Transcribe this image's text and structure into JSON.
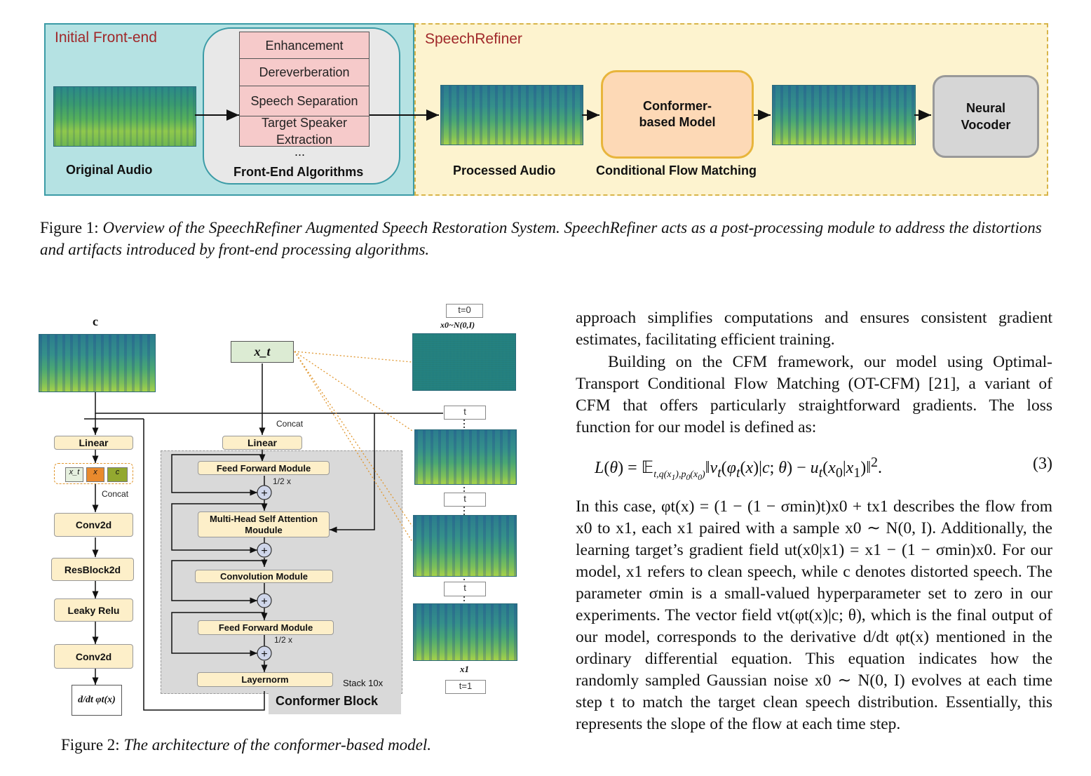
{
  "figure1": {
    "frontend_title": "Initial Front-end",
    "speechrefiner_title": "SpeechRefiner",
    "original_audio_label": "Original Audio",
    "algorithms": [
      "Enhancement",
      "Dereverberation",
      "Speech Separation",
      "Target Speaker Extraction"
    ],
    "algorithms_ellipsis": "...",
    "frontend_algorithms_label": "Front-End Algorithms",
    "processed_audio_label": "Processed Audio",
    "cfm_model_label": "Conformer-based Model",
    "cfm_label": "Conditional Flow Matching",
    "vocoder_label": "Neural Vocoder",
    "caption_prefix": "Figure 1:",
    "caption_text": "Overview of the SpeechRefiner Augmented Speech Restoration System. SpeechRefiner acts as a post-processing module to address the distortions and artifacts introduced by front-end processing algorithms."
  },
  "figure2": {
    "c_label": "c",
    "xt_label": "x_t",
    "concat_label": "Concat",
    "concat_label2": "Concat",
    "left_blocks": [
      "Linear",
      "Conv2d",
      "ResBlock2d",
      "Leaky Relu",
      "Conv2d"
    ],
    "concat_items": [
      "x_t",
      "x",
      "c"
    ],
    "output_label": "d/dt φt(x)",
    "conformer_blocks": [
      "Linear",
      "Feed Forward Module",
      "Multi-Head Self Attention Moudule",
      "Convolution Module",
      "Feed Forward Module",
      "Layernorm"
    ],
    "half_x": "1/2 x",
    "half_x2": "1/2 x",
    "stack_label": "Stack 10x",
    "conformer_block_label": "Conformer Block",
    "t0_label": "t=0",
    "x0_dist_label": "x0~N(0,I)",
    "t_labels": [
      "t",
      "t",
      "t"
    ],
    "x1_label": "x1",
    "t1_label": "t=1",
    "caption_prefix": "Figure 2:",
    "caption_text": "The architecture of the conformer-based model."
  },
  "text": {
    "p1": "approach simplifies computations and ensures consistent gradient estimates, facilitating efficient training.",
    "p2": "Building on the CFM framework, our model using Optimal-Transport Conditional Flow Matching (OT-CFM) [21], a variant of CFM that offers particularly straightforward gradients. The loss function for our model is defined as:",
    "eq_number": "(3)",
    "p3": "In this case, φt(x) = (1 − (1 − σmin)t)x0 + tx1 describes the flow from x0 to x1, each x1 paired with a sample x0 ∼ N(0, I). Additionally, the learning target’s gradient field ut(x0|x1) = x1 − (1 − σmin)x0. For our model, x1 refers to clean speech, while c denotes distorted speech. The parameter σmin is a small-valued hyperparameter set to zero in our experiments. The vector field vt(φt(x)|c; θ), which is the final output of our model, corresponds to the derivative d/dt φt(x) mentioned in the ordinary differential equation. This equation indicates how the randomly sampled Gaussian noise x0 ∼ N(0, I) evolves at each time step t to match the target clean speech distribution. Essentially, this represents the slope of the flow at each time step."
  }
}
